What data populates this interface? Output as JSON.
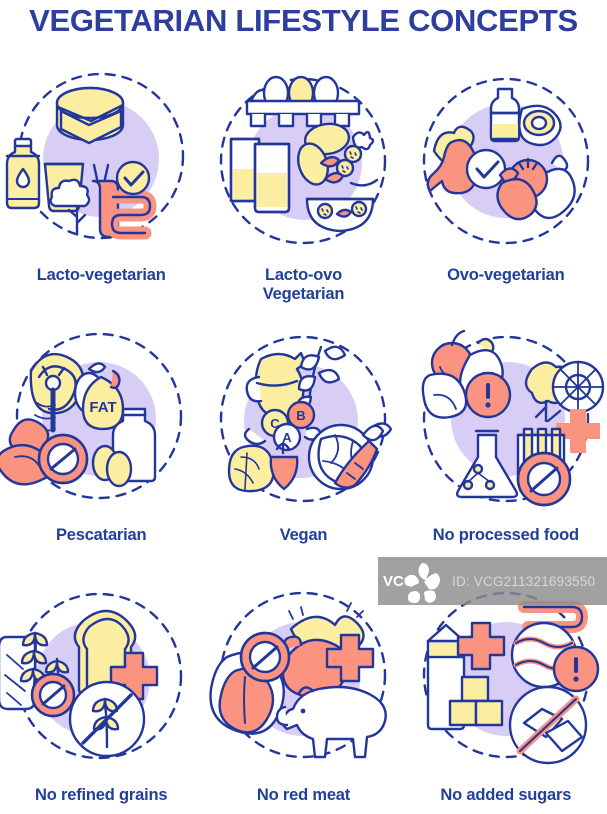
{
  "header": {
    "title": "VEGETARIAN LIFESTYLE CONCEPTS",
    "title_color": "#2c3e9e"
  },
  "palette": {
    "outline": "#23369b",
    "yellow": "#fbeea0",
    "coral": "#fa9480",
    "purple": "#d8cef5",
    "white": "#ffffff",
    "label": "#21409a"
  },
  "concepts": [
    {
      "id": "lacto-vegetarian",
      "label": "Lacto-vegetarian",
      "icon_name": "lacto-vegetarian-icon",
      "elements": [
        "cheese wheel",
        "milk bottle",
        "glass of milk",
        "broccoli",
        "intestine",
        "check mark"
      ]
    },
    {
      "id": "lacto-ovo-vegetarian",
      "label": "Lacto-ovo Vegetarian",
      "label_line1": "Lacto-ovo",
      "label_line2": "Vegetarian",
      "icon_name": "lacto-ovo-vegetarian-icon",
      "elements": [
        "egg carton",
        "eggs",
        "two glasses of milk",
        "salad bowl"
      ]
    },
    {
      "id": "ovo-vegetarian",
      "label": "Ovo-vegetarian",
      "icon_name": "ovo-vegetarian-icon",
      "elements": [
        "milk bottle",
        "fried egg",
        "stomach",
        "check mark",
        "tomato",
        "pepper",
        "eggplant"
      ]
    },
    {
      "id": "pescatarian",
      "label": "Pescatarian",
      "icon_name": "pescatarian-icon",
      "elements": [
        "fish",
        "FAT droplet",
        "meat cut",
        "prohibition sign",
        "jar",
        "eggs"
      ],
      "badge_text": "FAT"
    },
    {
      "id": "vegan",
      "label": "Vegan",
      "icon_name": "vegan-icon",
      "elements": [
        "pitcher",
        "plant branch",
        "vitamin bubbles",
        "lemon slice",
        "strawberry",
        "cabbage",
        "carrot"
      ],
      "vitamins": [
        "A",
        "B",
        "C"
      ]
    },
    {
      "id": "no-processed-food",
      "label": "No processed food",
      "icon_name": "no-processed-food-icon",
      "elements": [
        "apple",
        "eggplant",
        "warning sign",
        "popcorn",
        "chemical wheel",
        "cross",
        "flask",
        "test tubes",
        "prohibition sign"
      ]
    },
    {
      "id": "no-refined-grains",
      "label": "No refined grains",
      "icon_name": "no-refined-grains-icon",
      "elements": [
        "baguette",
        "wheat ears",
        "bread slice",
        "cross",
        "prohibition sign",
        "crossed wheat circle"
      ]
    },
    {
      "id": "no-red-meat",
      "label": "No red meat",
      "icon_name": "no-red-meat-icon",
      "elements": [
        "steak",
        "prohibition sign",
        "sausage",
        "ham",
        "cross",
        "pig"
      ]
    },
    {
      "id": "no-added-sugars",
      "label": "No added sugars",
      "icon_name": "no-added-sugars-icon",
      "elements": [
        "milk carton",
        "cross",
        "sugar cubes",
        "intestine",
        "warning sign",
        "crossed sugar cubes circle"
      ]
    }
  ],
  "watermark": {
    "brand": "VCG",
    "id_text": "ID: VCG211321693550"
  }
}
